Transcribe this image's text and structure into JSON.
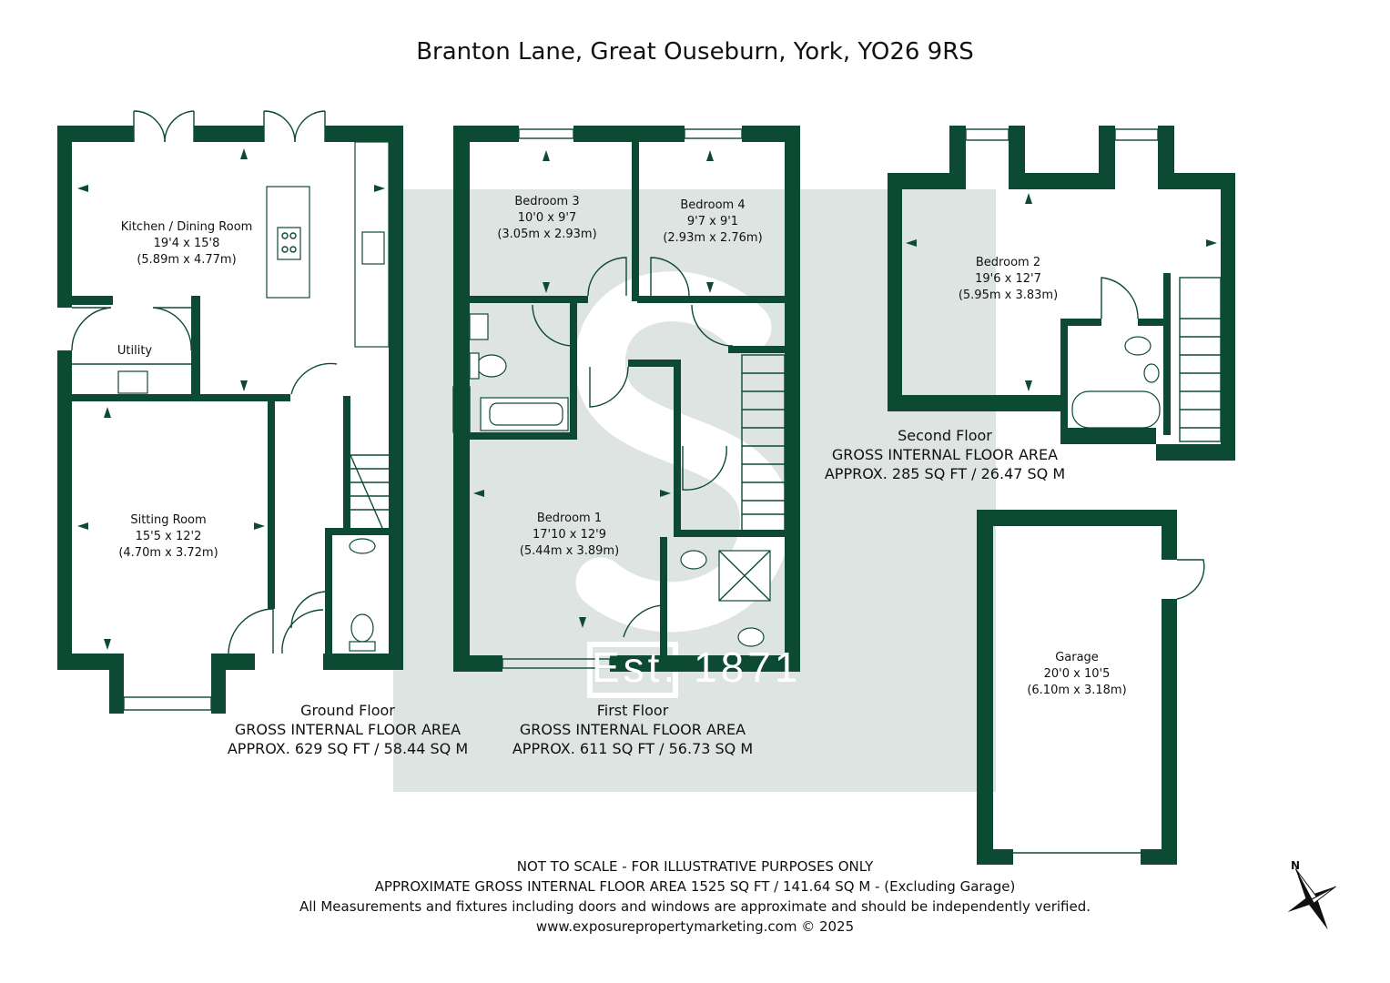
{
  "title": "Branton Lane, Great Ouseburn, York, YO26 9RS",
  "colors": {
    "wall": "#0d4a33",
    "watermark": "#dde4e1",
    "background": "#ffffff"
  },
  "watermark": {
    "text": "Est. 1871",
    "letter": "S"
  },
  "rooms": {
    "kitchen": {
      "name": "Kitchen / Dining Room",
      "imperial": "19'4 x 15'8",
      "metric": "(5.89m x 4.77m)"
    },
    "utility": {
      "name": "Utility"
    },
    "sitting": {
      "name": "Sitting Room",
      "imperial": "15'5 x 12'2",
      "metric": "(4.70m x 3.72m)"
    },
    "bedroom3": {
      "name": "Bedroom 3",
      "imperial": "10'0 x 9'7",
      "metric": "(3.05m x 2.93m)"
    },
    "bedroom4": {
      "name": "Bedroom 4",
      "imperial": "9'7 x 9'1",
      "metric": "(2.93m x 2.76m)"
    },
    "bedroom1": {
      "name": "Bedroom 1",
      "imperial": "17'10 x 12'9",
      "metric": "(5.44m x 3.89m)"
    },
    "bedroom2": {
      "name": "Bedroom 2",
      "imperial": "19'6 x 12'7",
      "metric": "(5.95m x 3.83m)"
    },
    "garage": {
      "name": "Garage",
      "imperial": "20'0 x 10'5",
      "metric": "(6.10m x 3.18m)"
    }
  },
  "floors": {
    "ground": {
      "name": "Ground Floor",
      "area_label": "GROSS INTERNAL FLOOR AREA",
      "area": "APPROX. 629 SQ FT / 58.44 SQ M"
    },
    "first": {
      "name": "First Floor",
      "area_label": "GROSS INTERNAL FLOOR AREA",
      "area": "APPROX. 611 SQ FT / 56.73 SQ M"
    },
    "second": {
      "name": "Second Floor",
      "area_label": "GROSS INTERNAL FLOOR AREA",
      "area": "APPROX. 285 SQ FT / 26.47 SQ M"
    }
  },
  "footer": {
    "line1": "NOT TO SCALE - FOR ILLUSTRATIVE PURPOSES ONLY",
    "line2": "APPROXIMATE GROSS INTERNAL FLOOR AREA 1525 SQ FT / 141.64 SQ M - (Excluding Garage)",
    "line3": "All Measurements and fixtures including doors and windows are approximate and should be independently verified.",
    "line4": "www.exposurepropertymarketing.com © 2025"
  },
  "compass": {
    "label": "N",
    "icon": "north-arrow-compass-icon"
  }
}
